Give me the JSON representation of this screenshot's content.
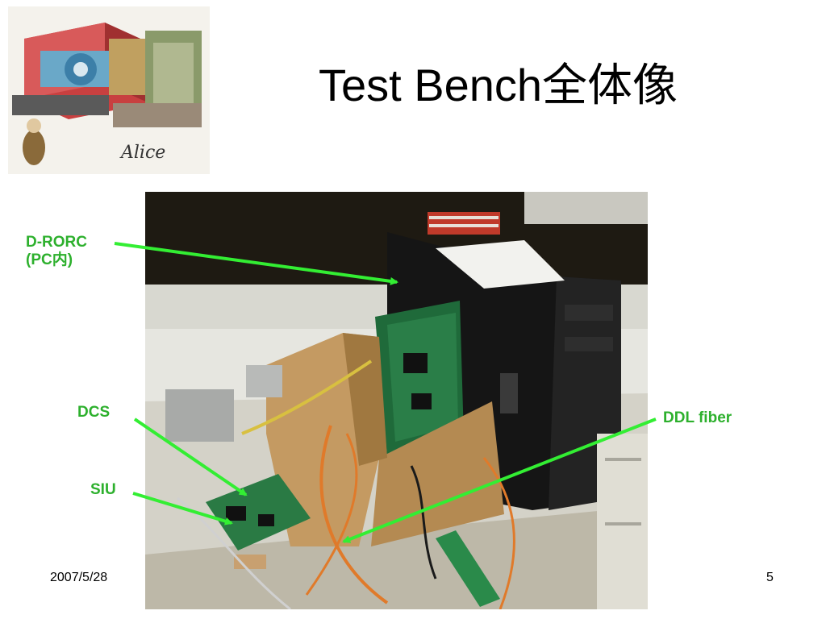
{
  "title": "Test Bench全体像",
  "logo": {
    "text": "Alice",
    "icon": "alice-detector-logo"
  },
  "labels": {
    "drorc_line1": "D-RORC",
    "drorc_line2": "(PC内)",
    "dcs": "DCS",
    "siu": "SIU",
    "ddl_fiber": "DDL fiber"
  },
  "footer": {
    "date": "2007/5/28",
    "page_number": "5"
  },
  "colors": {
    "label_green": "#2db02d",
    "arrow_green": "#33ee33"
  }
}
